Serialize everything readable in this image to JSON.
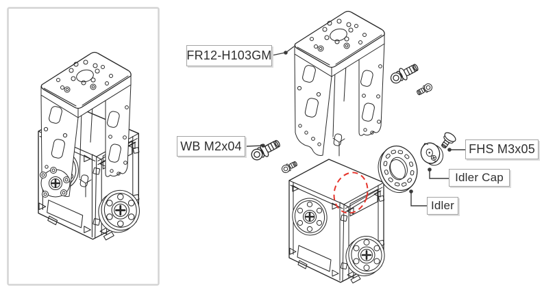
{
  "callouts": {
    "fr12": {
      "label": "FR12-H103GM"
    },
    "wb": {
      "label": "WB M2x04"
    },
    "fhs": {
      "label": "FHS M3x05"
    },
    "idler_cap": {
      "label": "Idler Cap"
    },
    "idler": {
      "label": "Idler"
    }
  },
  "highlight": {
    "shape": "dashed-ellipse",
    "color": "#e6332a"
  },
  "colors": {
    "line": "#262626",
    "leader": "#3a3a3a",
    "label_border": "#a3a3a3",
    "label_text": "#2f2f2f",
    "label_shadow": "#dcdcdc",
    "panel_border": "#d4d4d4",
    "highlight": "#e6332a",
    "background": "#ffffff"
  }
}
